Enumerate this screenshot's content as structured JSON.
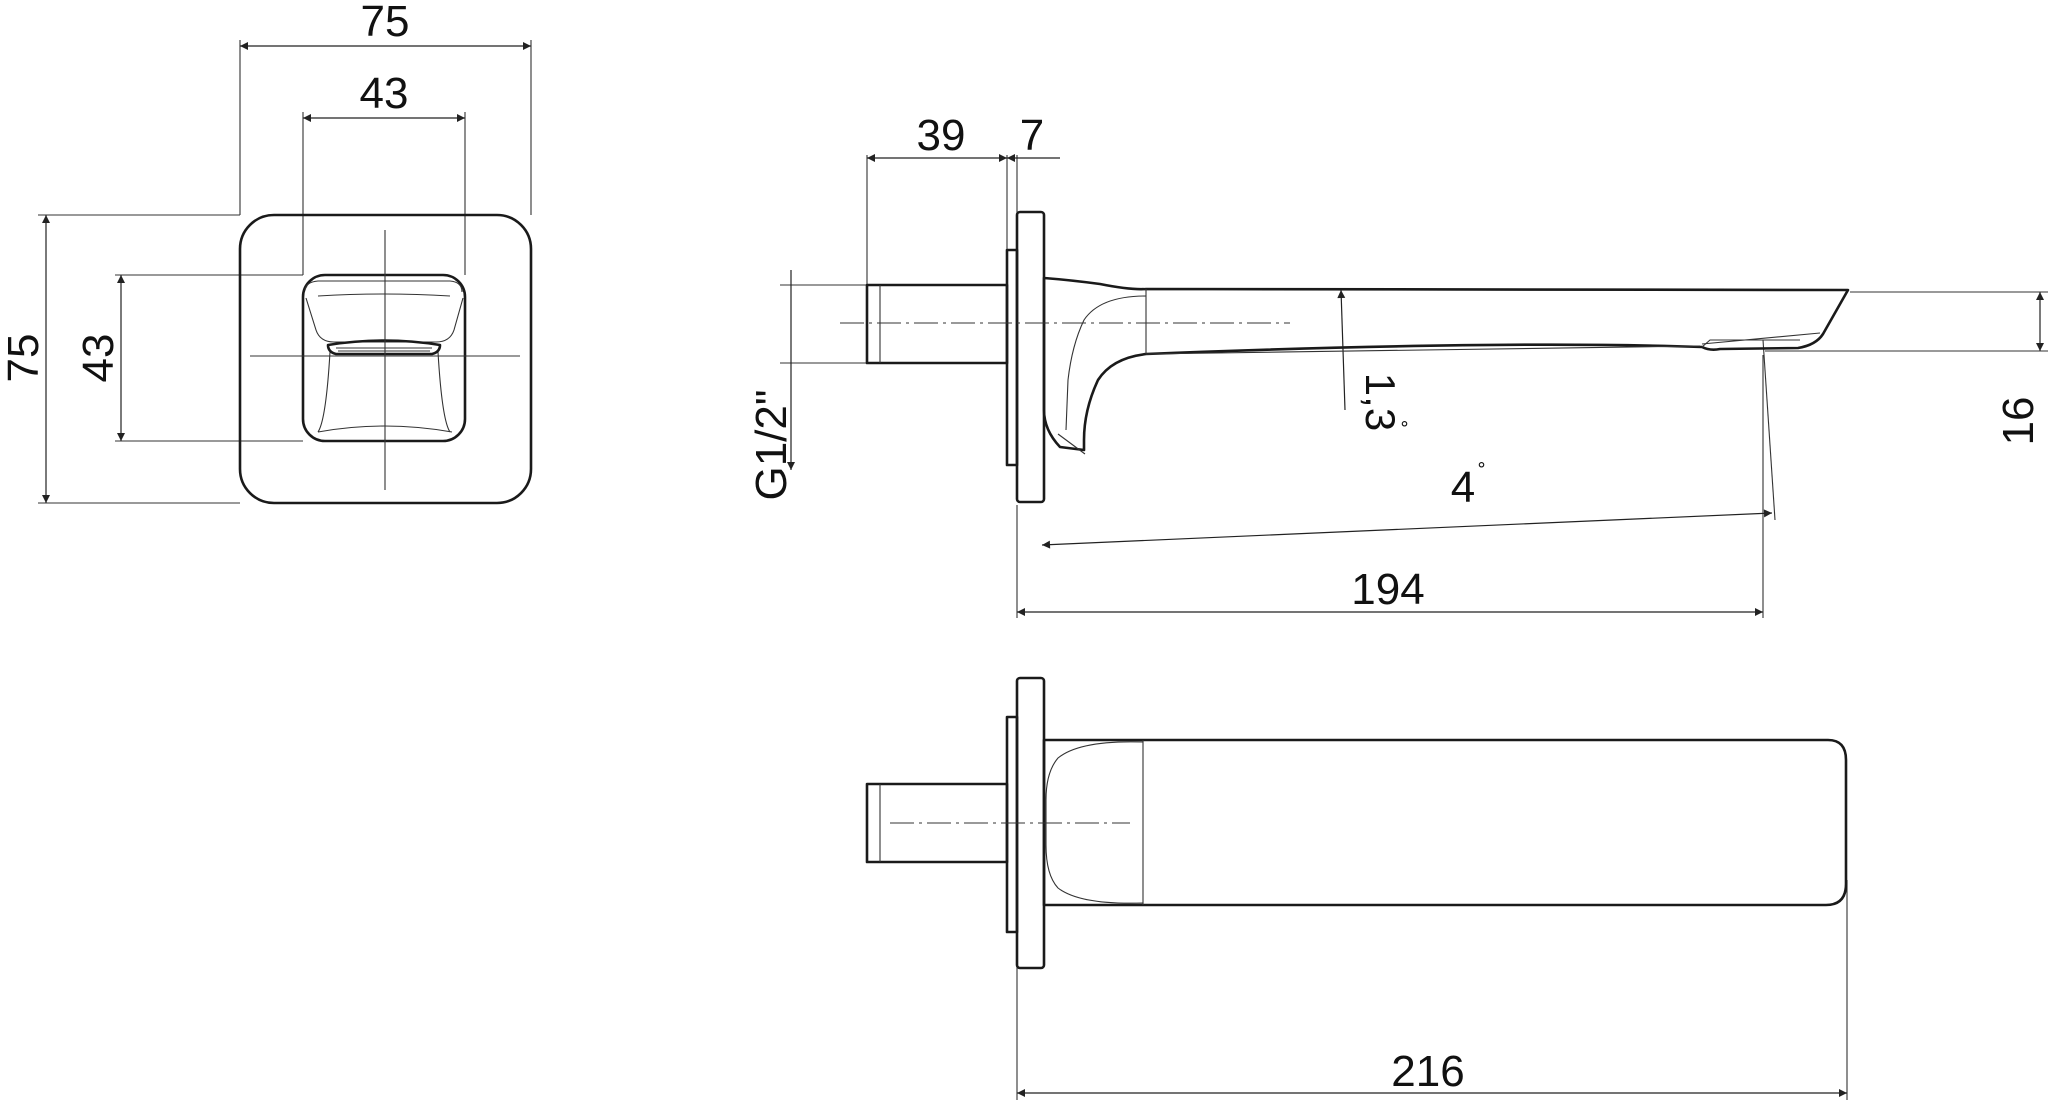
{
  "dimensions": {
    "front_outer_width": "75",
    "front_inner_width": "43",
    "front_outer_height": "75",
    "front_inner_height": "43",
    "thread_length": "39",
    "flange_thickness": "7",
    "thread_size": "G1/2\"",
    "spout_incline_a": "1,3",
    "spout_incline_b": "4",
    "spout_projection": "194",
    "spout_height": "16",
    "overall_length": "216"
  },
  "symbols": {
    "degree": "°"
  }
}
